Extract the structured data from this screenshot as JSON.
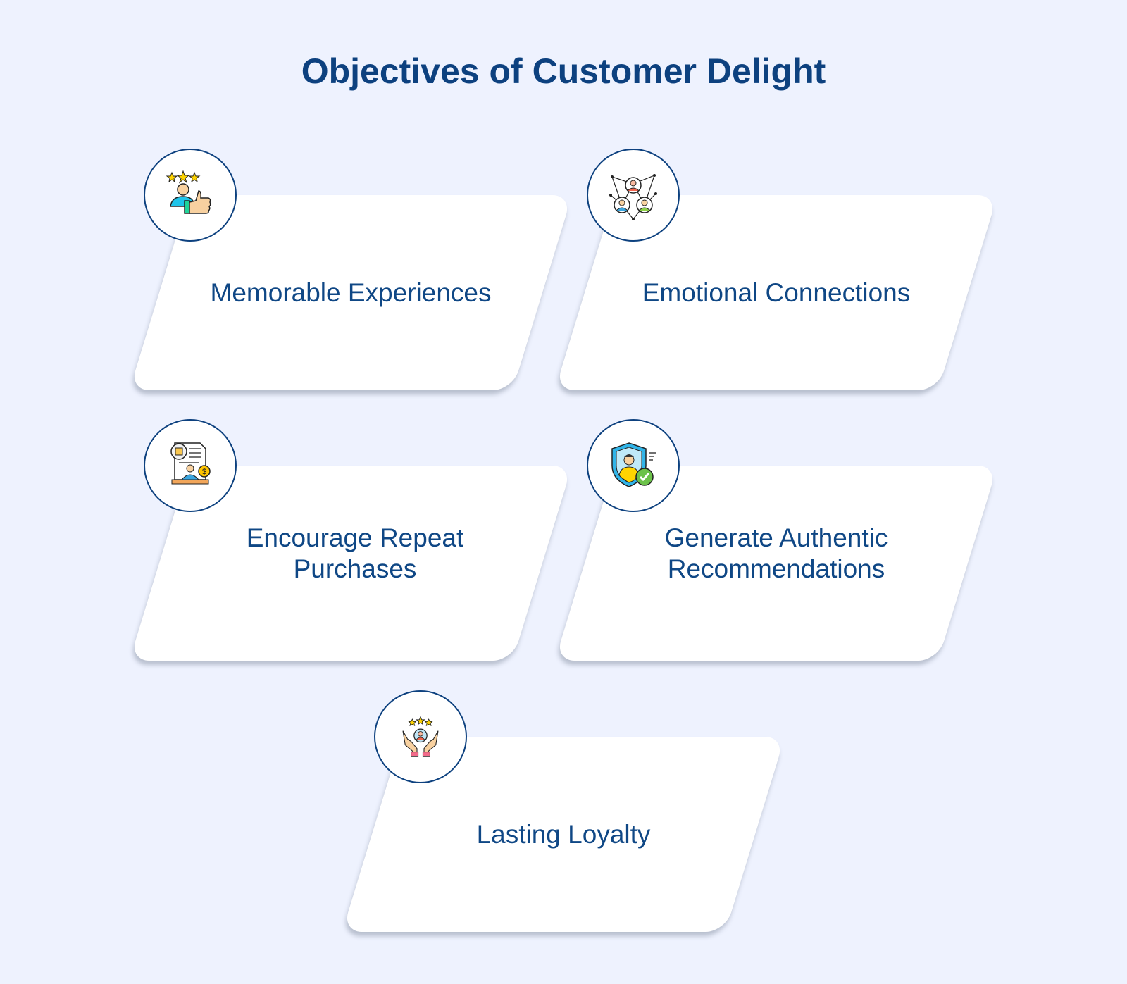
{
  "title": "Objectives of Customer Delight",
  "items": [
    {
      "label": "Memorable Experiences",
      "icon": "thumbs-up-rating-icon"
    },
    {
      "label": "Emotional Connections",
      "icon": "network-people-icon"
    },
    {
      "label": "Encourage Repeat Purchases",
      "icon": "receipt-purchase-icon"
    },
    {
      "label": "Generate Authentic Recommendations",
      "icon": "shield-verified-user-icon"
    },
    {
      "label": "Lasting Loyalty",
      "icon": "hands-customer-icon"
    }
  ],
  "colors": {
    "background": "#eef2fe",
    "accent": "#0d417f",
    "card": "#ffffff"
  }
}
